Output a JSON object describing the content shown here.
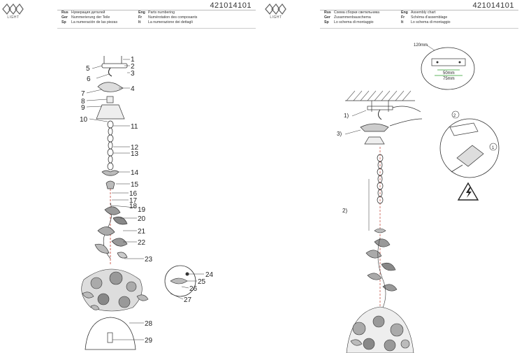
{
  "left_page": {
    "logo_text": "LIGHT",
    "code": "421014101",
    "languages": [
      {
        "code": "Rus",
        "text": "Нумерация деталей"
      },
      {
        "code": "Ger",
        "text": "Nummerierung der Teile"
      },
      {
        "code": "Sp",
        "text": "La numeración de las piezas"
      }
    ],
    "languages_col2": [
      {
        "code": "Eng",
        "text": "Parts numbering"
      },
      {
        "code": "Fr",
        "text": "Numérotation des composants"
      },
      {
        "code": "It",
        "text": "La numerazione dei dettagli"
      }
    ],
    "part_numbers": [
      "1",
      "2",
      "3",
      "4",
      "5",
      "6",
      "7",
      "8",
      "9",
      "10",
      "11",
      "12",
      "13",
      "14",
      "15",
      "16",
      "17",
      "18",
      "19",
      "20",
      "21",
      "22",
      "23",
      "24",
      "25",
      "26",
      "27",
      "28",
      "29"
    ]
  },
  "right_page": {
    "logo_text": "LIGHT",
    "code": "421014101",
    "languages": [
      {
        "code": "Rus",
        "text": "Схема сборки светильника"
      },
      {
        "code": "Ger",
        "text": "Zusammenbauschema"
      },
      {
        "code": "Sp",
        "text": "Lo schema di montaggio"
      }
    ],
    "languages_col2": [
      {
        "code": "Eng",
        "text": "Assembly chart"
      },
      {
        "code": "Fr",
        "text": "Schéma d'assemblage"
      },
      {
        "code": "It",
        "text": "Lo schema di montaggio"
      }
    ],
    "dimensions": {
      "bar": "120mm",
      "d1": "50mm",
      "d2": "75mm"
    },
    "steps": [
      "1)",
      "2)",
      "3)"
    ],
    "wire_markers": [
      "2",
      "1"
    ]
  }
}
